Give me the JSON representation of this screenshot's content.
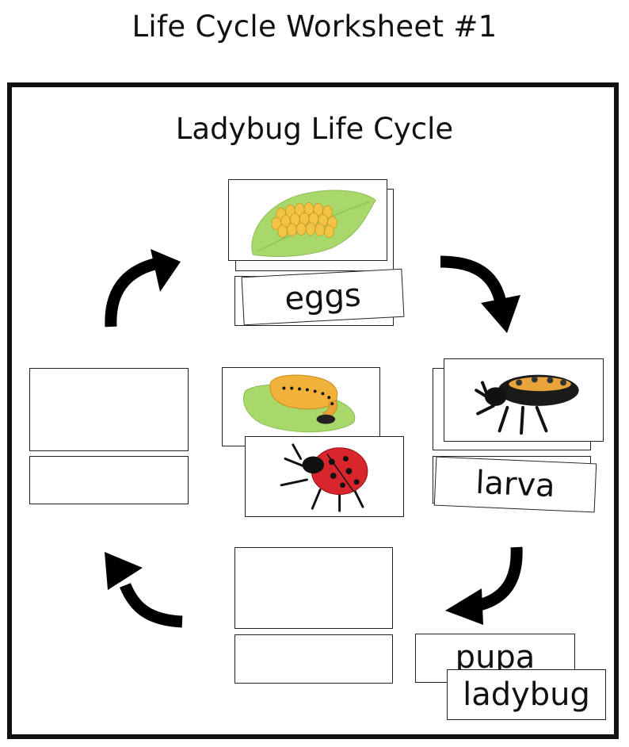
{
  "worksheet": {
    "title": "Life Cycle Worksheet #1"
  },
  "diagram": {
    "title": "Ladybug Life Cycle",
    "labels": {
      "eggs": "eggs",
      "larva": "larva",
      "pupa": "pupa",
      "ladybug": "ladybug"
    },
    "pictures": {
      "eggs": "eggs-on-leaf-picture",
      "larva": "larva-picture",
      "pupa": "pupa-on-leaf-picture",
      "ladybug": "ladybug-picture"
    }
  },
  "colors": {
    "arrow": "#000000",
    "egg_yellow": "#f2c446",
    "leaf_green": "#a8d76a",
    "ladybug_red": "#d9262d",
    "larva_orange": "#e8a43a"
  }
}
